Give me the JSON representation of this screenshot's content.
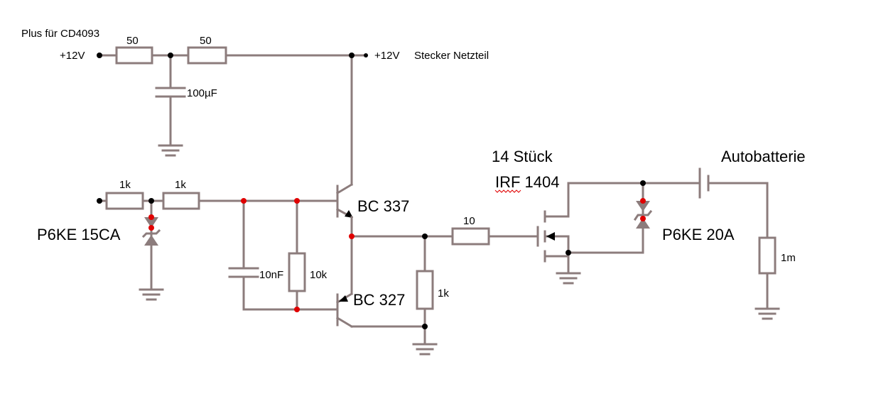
{
  "colors": {
    "wire": "#8c7c7c",
    "node_black": "#000000",
    "node_red": "#e00000",
    "text": "#000000"
  },
  "labels": {
    "plus_cd4093": "Plus für CD4093",
    "plus12v_left": "+12V",
    "plus12v_right": "+12V",
    "stecker": "Stecker Netzteil",
    "r50a": "50",
    "r50b": "50",
    "c100u": "100µF",
    "r1k_a": "1k",
    "r1k_b": "1k",
    "p6ke15": "P6KE 15CA",
    "c10n": "10nF",
    "r10k": "10k",
    "bc337": "BC 337",
    "bc327": "BC 327",
    "r1k_c": "1k",
    "r10": "10",
    "stueck": "14 Stück",
    "irf": "IRF 1404",
    "p6ke20": "P6KE 20A",
    "autobatterie": "Autobatterie",
    "r1m": "1m"
  }
}
